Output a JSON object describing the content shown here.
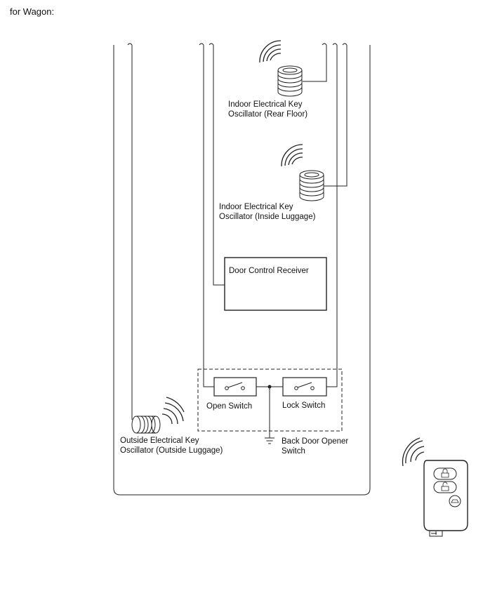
{
  "header": {
    "caption": "for Wagon:"
  },
  "components": {
    "rear_floor_oscillator": {
      "line1": "Indoor Electrical Key",
      "line2": "Oscillator (Rear Floor)"
    },
    "inside_luggage_oscillator": {
      "line1": "Indoor Electrical Key",
      "line2": "Oscillator (Inside Luggage)"
    },
    "door_control_receiver": {
      "label": "Door Control Receiver"
    },
    "open_switch": {
      "label": "Open Switch"
    },
    "lock_switch": {
      "label": "Lock Switch"
    },
    "back_door_opener_switch": {
      "line1": "Back Door Opener",
      "line2": "Switch"
    },
    "outside_luggage_oscillator": {
      "line1": "Outside Electrical Key",
      "line2": "Oscillator (Outside Luggage)"
    }
  },
  "icons": [
    "wave-icon",
    "oscillator-coil-icon",
    "ground-icon",
    "switch-icon",
    "smart-key-fob-icon"
  ],
  "colors": {
    "line": "#222222",
    "background": "#ffffff"
  }
}
